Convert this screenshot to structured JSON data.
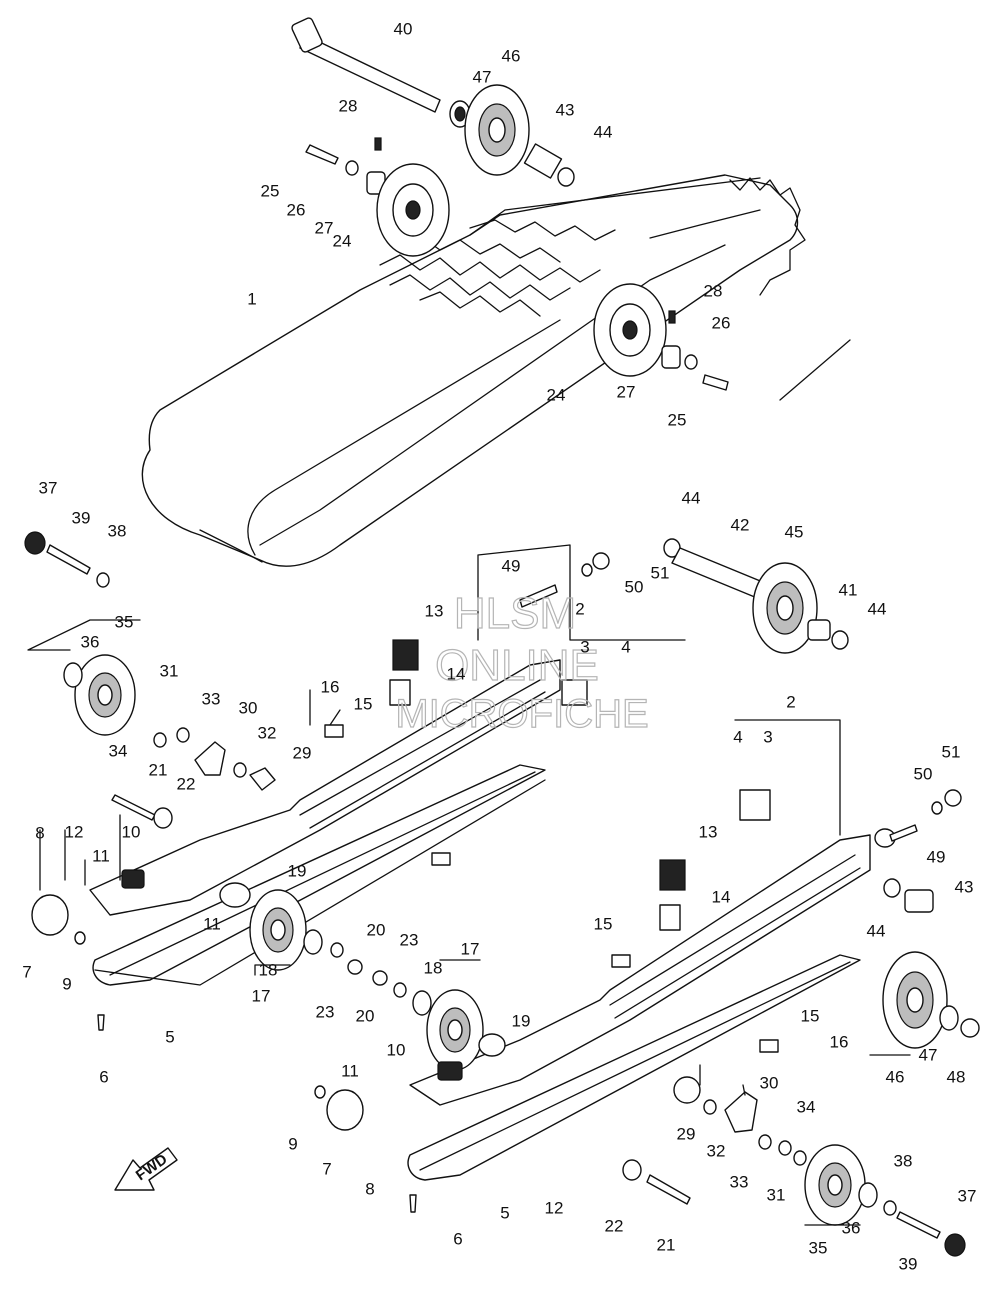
{
  "watermark": {
    "line1": "HLSM",
    "line2": "ONLINE",
    "line3": "MICROFICHE"
  },
  "fwd_label": "FWD",
  "callouts": [
    "40",
    "46",
    "47",
    "43",
    "44",
    "28",
    "25",
    "26",
    "27",
    "24",
    "1",
    "28",
    "26",
    "24",
    "27",
    "25",
    "37",
    "39",
    "38",
    "44",
    "42",
    "45",
    "49",
    "51",
    "50",
    "41",
    "44",
    "35",
    "36",
    "13",
    "2",
    "3",
    "4",
    "14",
    "31",
    "33",
    "30",
    "16",
    "15",
    "34",
    "32",
    "29",
    "21",
    "22",
    "2",
    "4",
    "3",
    "51",
    "50",
    "49",
    "8",
    "12",
    "10",
    "11",
    "19",
    "13",
    "43",
    "14",
    "44",
    "11",
    "20",
    "23",
    "17",
    "18",
    "15",
    "23",
    "20",
    "18",
    "7",
    "9",
    "17",
    "5",
    "19",
    "15",
    "16",
    "6",
    "10",
    "11",
    "30",
    "46",
    "47",
    "48",
    "34",
    "9",
    "7",
    "29",
    "32",
    "33",
    "31",
    "8",
    "38",
    "37",
    "5",
    "22",
    "21",
    "36",
    "35",
    "39",
    "12",
    "6"
  ]
}
